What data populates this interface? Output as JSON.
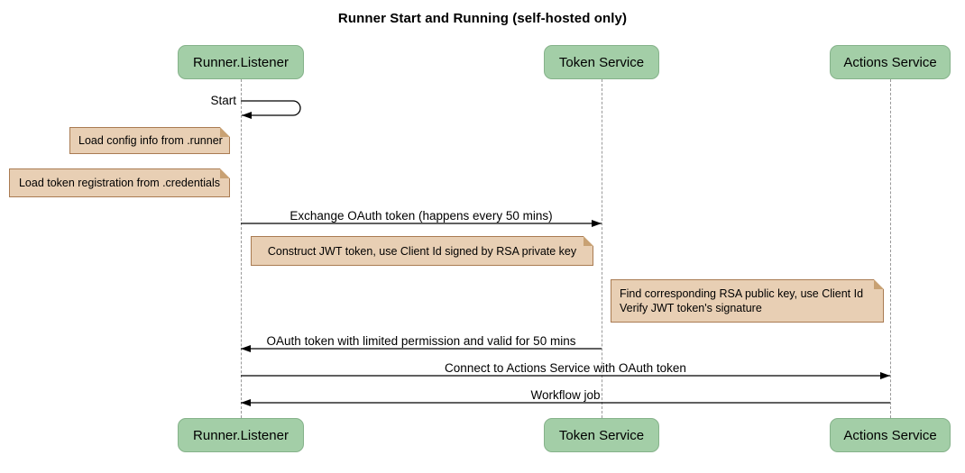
{
  "title": "Runner Start and Running (self-hosted only)",
  "participants": [
    {
      "name": "Runner.Listener"
    },
    {
      "name": "Token Service"
    },
    {
      "name": "Actions Service"
    }
  ],
  "messages": [
    {
      "label": "Start",
      "from": "Runner.Listener",
      "to": "Runner.Listener",
      "kind": "self"
    },
    {
      "label": "Exchange OAuth token (happens every 50 mins)",
      "from": "Runner.Listener",
      "to": "Token Service",
      "kind": "arrow"
    },
    {
      "label": "OAuth token with limited permission and valid for 50 mins",
      "from": "Token Service",
      "to": "Runner.Listener",
      "kind": "arrow"
    },
    {
      "label": "Connect to Actions Service with OAuth token",
      "from": "Runner.Listener",
      "to": "Actions Service",
      "kind": "arrow"
    },
    {
      "label": "Workflow job",
      "from": "Actions Service",
      "to": "Runner.Listener",
      "kind": "arrow"
    }
  ],
  "notes": [
    {
      "lines": [
        "Load config info from .runner"
      ],
      "attached_to": "Runner.Listener",
      "position": "left"
    },
    {
      "lines": [
        "Load token registration from .credentials"
      ],
      "attached_to": "Runner.Listener",
      "position": "left"
    },
    {
      "lines": [
        "Construct JWT token, use Client Id signed by RSA private key"
      ],
      "attached_to": "Runner.Listener",
      "position": "right"
    },
    {
      "lines": [
        "Find corresponding RSA public key, use Client Id",
        "Verify JWT token's signature"
      ],
      "attached_to": "Actions Service",
      "position": "left"
    }
  ],
  "colors": {
    "participant_fill": "#A3CEA7",
    "participant_border": "#85B28A",
    "note_fill": "#E8CFB4",
    "note_border": "#A97B52",
    "note_fold": "#C8A173",
    "lifeline": "#999999",
    "arrow": "#000000",
    "background": "#FFFFFF"
  }
}
